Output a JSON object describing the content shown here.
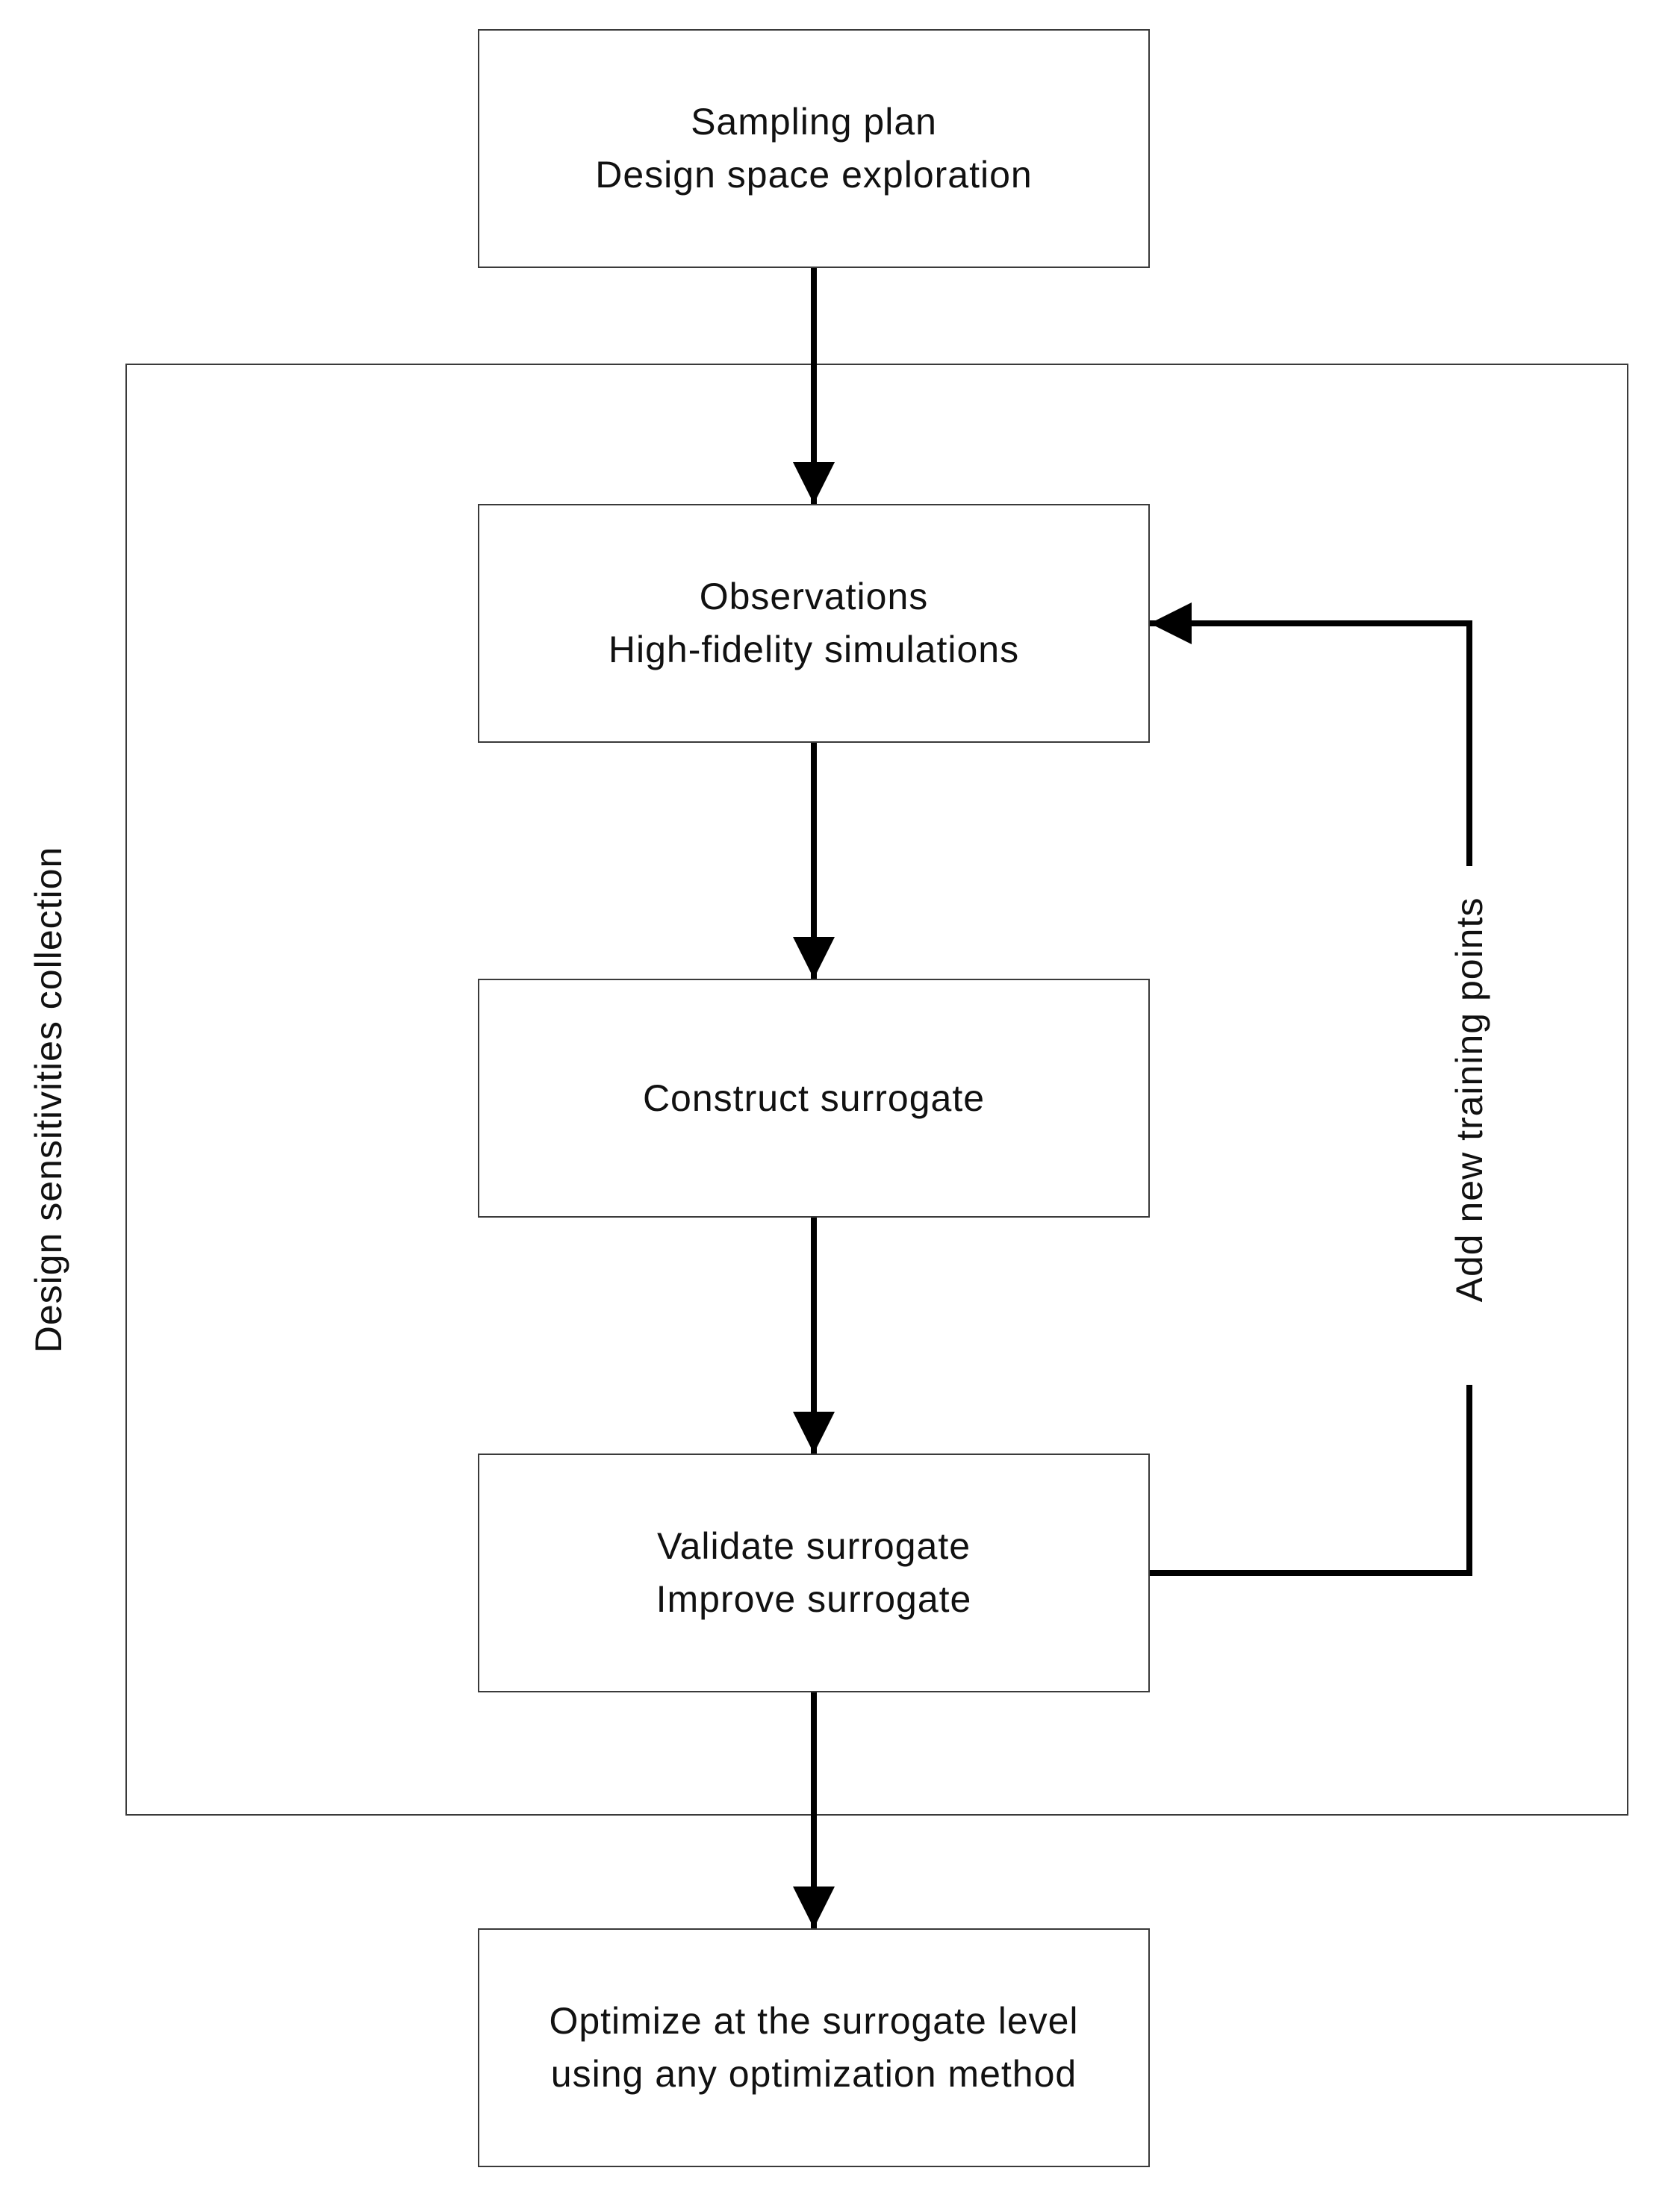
{
  "nodes": {
    "sampling": {
      "lines": [
        "Sampling plan",
        "Design space exploration"
      ]
    },
    "observations": {
      "lines": [
        "Observations",
        "High-fidelity simulations"
      ]
    },
    "construct": {
      "lines": [
        "Construct surrogate"
      ]
    },
    "validate": {
      "lines": [
        "Validate surrogate",
        "Improve surrogate"
      ]
    },
    "optimize": {
      "lines": [
        "Optimize at the surrogate level",
        "using any optimization method"
      ]
    }
  },
  "group": {
    "label": "Design sensitivities collection"
  },
  "feedback": {
    "label": "Add new training points"
  },
  "edges": [
    {
      "from": "sampling",
      "to": "observations"
    },
    {
      "from": "observations",
      "to": "construct"
    },
    {
      "from": "construct",
      "to": "validate"
    },
    {
      "from": "validate",
      "to": "optimize"
    },
    {
      "from": "validate",
      "to": "observations",
      "label_ref": "feedback.label"
    }
  ],
  "colors": {
    "line": "#000000",
    "border": "#3a3a3a",
    "text": "#111111"
  }
}
